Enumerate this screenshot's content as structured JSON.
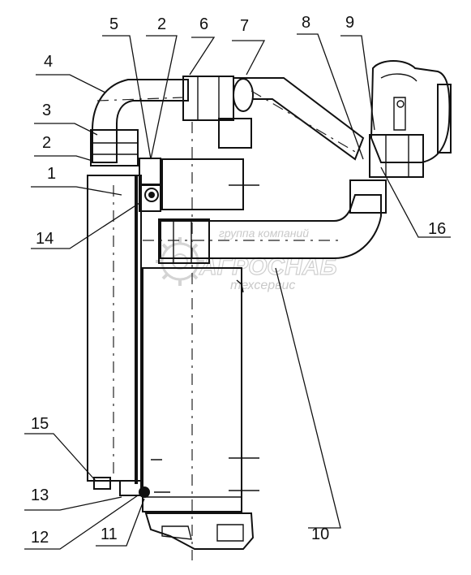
{
  "diagram": {
    "callouts": [
      "5",
      "2",
      "6",
      "7",
      "8",
      "9",
      "4",
      "3",
      "2",
      "1",
      "14",
      "16",
      "10",
      "15",
      "13",
      "12",
      "11"
    ]
  },
  "watermark": {
    "line1": "группа компаний",
    "line2": "АГРОСНАБ",
    "line3": "техсервис"
  }
}
